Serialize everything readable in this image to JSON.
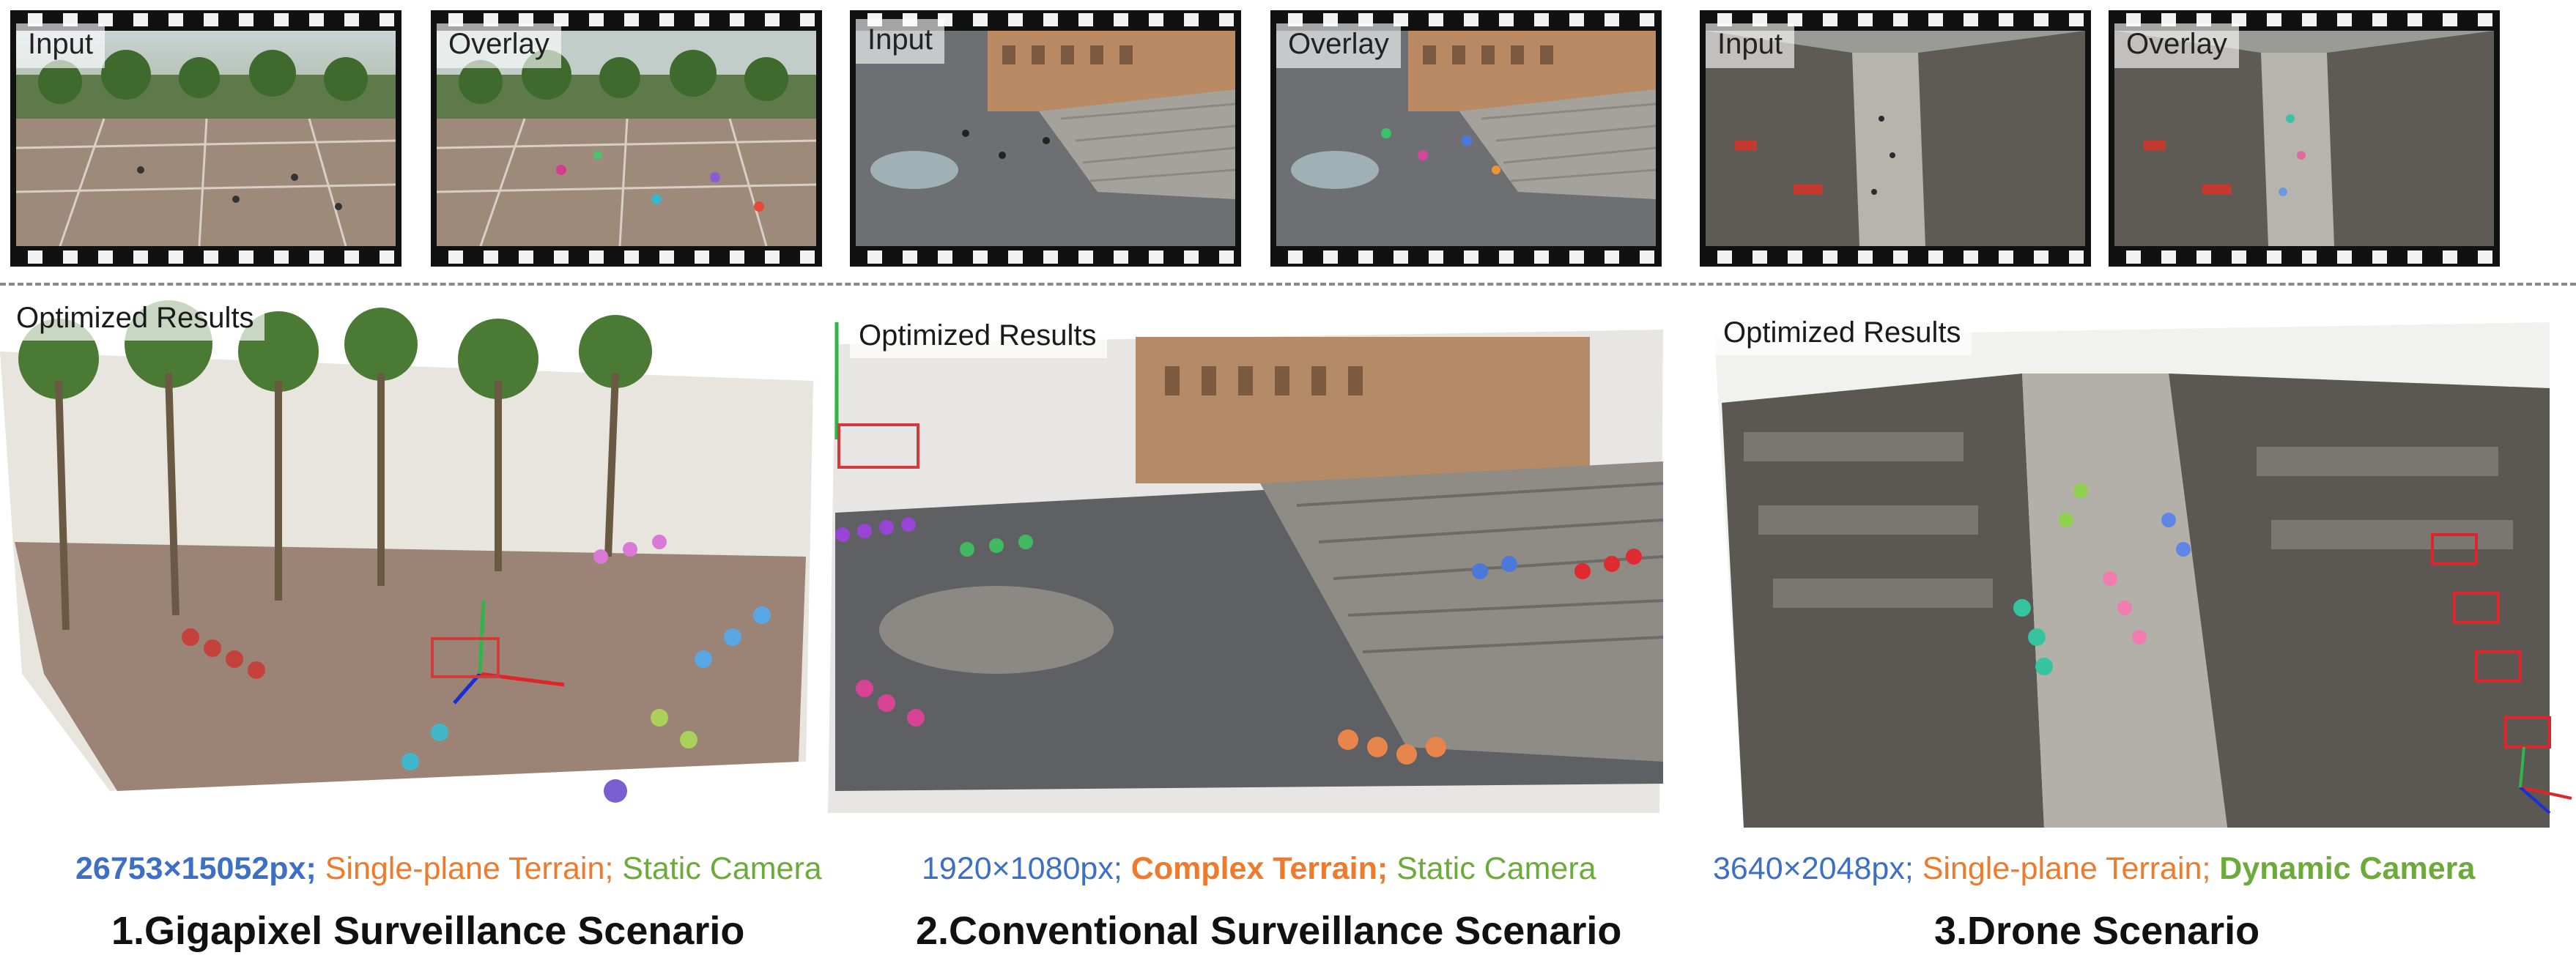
{
  "colors": {
    "resolution_blue": "#3d6fc4",
    "terrain_orange": "#ef7a2b",
    "camera_green": "#6cab3a"
  },
  "strips": [
    {
      "input_label": "Input",
      "overlay_label": "Overlay"
    },
    {
      "input_label": "Input",
      "overlay_label": "Overlay"
    },
    {
      "input_label": "Input",
      "overlay_label": "Overlay"
    }
  ],
  "results": [
    {
      "label": "Optimized Results"
    },
    {
      "label": "Optimized Results"
    },
    {
      "label": "Optimized Results"
    }
  ],
  "scenarios": [
    {
      "resolution": "26753×15052px;",
      "terrain": " Single-plane Terrain;",
      "camera": " Static Camera",
      "title": "1.Gigapixel Surveillance Scenario"
    },
    {
      "resolution": "1920×1080px;",
      "terrain": " Complex Terrain;",
      "camera": " Static Camera",
      "title": "2.Conventional Surveillance Scenario"
    },
    {
      "resolution": "3640×2048px;",
      "terrain": " Single-plane Terrain;",
      "camera": " Dynamic Camera",
      "title": "3.Drone Scenario"
    }
  ]
}
